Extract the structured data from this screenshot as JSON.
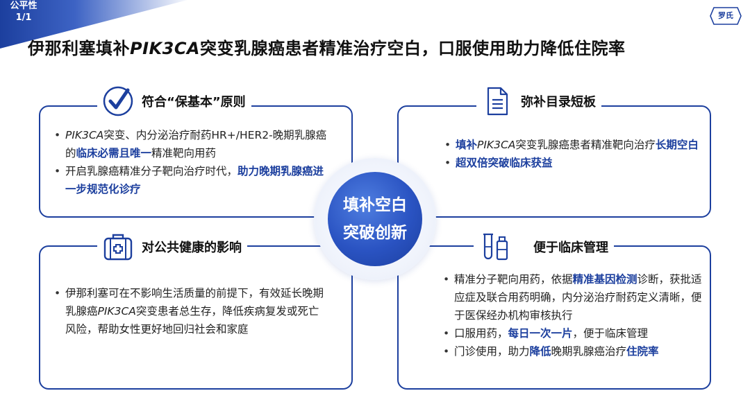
{
  "corner": {
    "label": "公平性",
    "page": "1/1"
  },
  "logo": {
    "text": "罗氏"
  },
  "title": {
    "part1": "伊那利塞填补",
    "italic": "PIK3CA",
    "part2": "突变乳腺癌患者精准治疗空白，口服使用助力降低住院率"
  },
  "center": {
    "line1": "填补空白",
    "line2": "突破创新"
  },
  "cards": {
    "basic": {
      "heading": "符合“保基本”原则",
      "b1": {
        "i": "PIK3CA",
        "t1": "突变、内分泌治疗耐药HR+/HER2-晚期乳腺癌的",
        "h": "临床必需且唯一",
        "t2": "精准靶向用药"
      },
      "b2": {
        "t1": "开启乳腺癌精准分子靶向治疗时代，",
        "h": "助力晚期乳腺癌进一步规范化诊疗"
      }
    },
    "catalog": {
      "heading": "弥补目录短板",
      "b1": {
        "h1": "填补",
        "i": "PIK3CA",
        "t1": "突变乳腺癌患者精准靶向治疗",
        "h2": "长期空白"
      },
      "b2": {
        "h": "超双倍突破临床获益"
      }
    },
    "public": {
      "heading": "对公共健康的影响",
      "b1": {
        "t1": "伊那利塞可在不影响生活质量的前提下，有效延长晚期乳腺癌",
        "i": "PIK3CA",
        "t2": "突变患者总生存，降低疾病复发或死亡风险，帮助女性更好地回归社会和家庭"
      }
    },
    "clinical": {
      "heading": "便于临床管理",
      "b1": {
        "t1": "精准分子靶向用药，依据",
        "h": "精准基因检测",
        "t2": "诊断，获批适应症及联合用药明确，内分泌治疗耐药定义清晰，便于医保经办机构审核执行"
      },
      "b2": {
        "t1": "口服用药，",
        "h": "每日一次一片",
        "t2": "，便于临床管理"
      },
      "b3": {
        "t1": "门诊使用，助力",
        "h1": "降低",
        "t2": "晚期乳腺癌治疗",
        "h2": "住院率"
      }
    }
  },
  "icons": [
    "check-circle-icon",
    "document-icon",
    "medical-kit-icon",
    "lab-tubes-icon"
  ],
  "colors": {
    "brand": "#1c3f9e",
    "text": "#222222"
  }
}
